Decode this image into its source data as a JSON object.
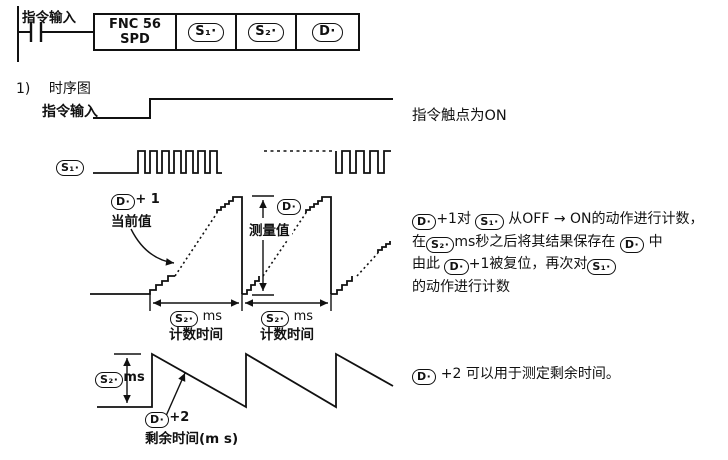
{
  "colors": {
    "ink": "#111111",
    "background": "#ffffff"
  },
  "ops": {
    "s1": "S₁·",
    "s2": "S₂·",
    "d": "D·"
  },
  "ladder": {
    "input_label": "指令输入",
    "fnc_no": "FNC 56",
    "fnc_name": "SPD"
  },
  "section": {
    "number": "1)",
    "title": "时序图"
  },
  "labels": {
    "input": "指令输入",
    "contact_on": "指令触点为ON",
    "d_plus1": "+ 1",
    "current_value": "当前值",
    "measured_value": "测量值",
    "ms": "ms",
    "count_time": "计数时间",
    "d_plus2": "+2",
    "remaining_time": "剩余时间(m s)"
  },
  "note_count": {
    "l1a": "+1对",
    "l1b": "从OFF → ON的动作进行计数，",
    "l2a": "在",
    "l2b": "ms秒之后将其结果保存在",
    "l2c": "中",
    "l3a": "由此",
    "l3b": "+1被复位，再次对",
    "l4": "的动作进行计数"
  },
  "note_remain": "+2 可以用于测定剩余时间。"
}
